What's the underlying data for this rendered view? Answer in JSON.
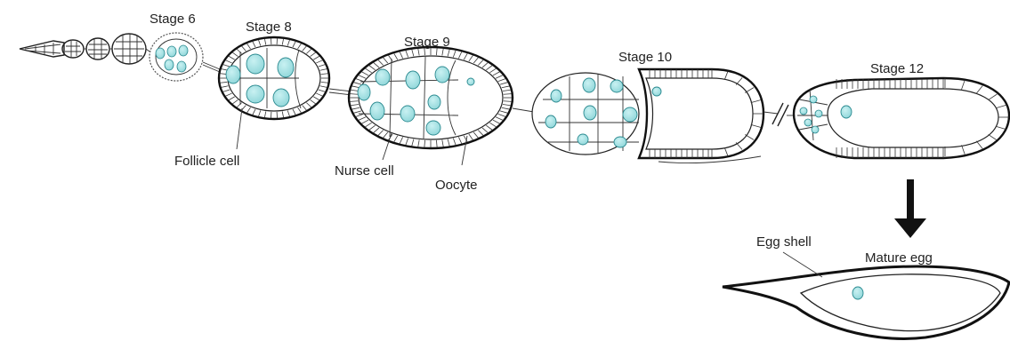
{
  "diagram": {
    "stages": [
      {
        "key": "s6",
        "label": "Stage 6"
      },
      {
        "key": "s8",
        "label": "Stage 8"
      },
      {
        "key": "s9",
        "label": "Stage 9"
      },
      {
        "key": "s10",
        "label": "Stage 10"
      },
      {
        "key": "s12",
        "label": "Stage 12"
      }
    ],
    "callouts": {
      "follicle_cell": "Follicle cell",
      "nurse_cell": "Nurse cell",
      "oocyte": "Oocyte",
      "egg_shell": "Egg shell",
      "mature_egg": "Mature egg"
    },
    "colors": {
      "nucleus_fill": "#9fdfe1",
      "nucleus_stroke": "#2b8a90",
      "line": "#222222",
      "arrow": "#111111"
    }
  }
}
